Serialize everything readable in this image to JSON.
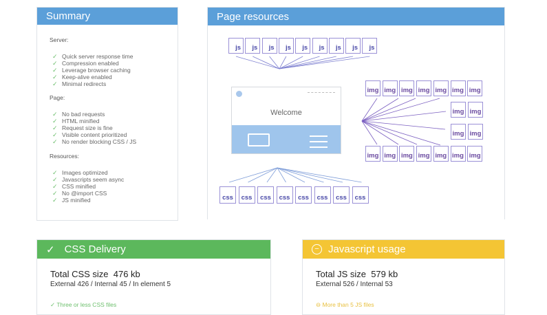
{
  "summary": {
    "title": "Summary",
    "sections": [
      {
        "label": "Server:",
        "items": [
          "Quick server response time",
          "Compression enabled",
          "Leverage browser caching",
          "Keep-alive enabled",
          "Minimal redirects"
        ]
      },
      {
        "label": "Page:",
        "items": [
          "No bad requests",
          "HTML minified",
          "Request size is fine",
          "Visible content prioritized",
          "No render blocking CSS / JS"
        ]
      },
      {
        "label": "Resources:",
        "items": [
          "Images optimized",
          "Javascripts seem async",
          "CSS minified",
          "No @import CSS",
          "JS minified"
        ]
      }
    ]
  },
  "resources": {
    "title": "Page resources",
    "welcome": "Welcome",
    "js_label": "js",
    "js_count": 9,
    "img_label": "img",
    "img_count": 18,
    "css_label": "css",
    "css_count": 8
  },
  "css_delivery": {
    "title": "CSS Delivery",
    "status": "pass",
    "total": "Total CSS size  476 kb",
    "breakdown": "External 426 / Internal 45 / In element 5",
    "note": "Three or less CSS files"
  },
  "js_usage": {
    "title": "Javascript usage",
    "status": "warning",
    "total": "Total JS size  579 kb",
    "breakdown": "External 526 / Internal 53",
    "note": "More than 5 JS files"
  },
  "colors": {
    "header_blue": "#5b9fd9",
    "pass_green": "#5cb85c",
    "warn_yellow": "#f4c534",
    "file_outline": "#9a90d6"
  }
}
